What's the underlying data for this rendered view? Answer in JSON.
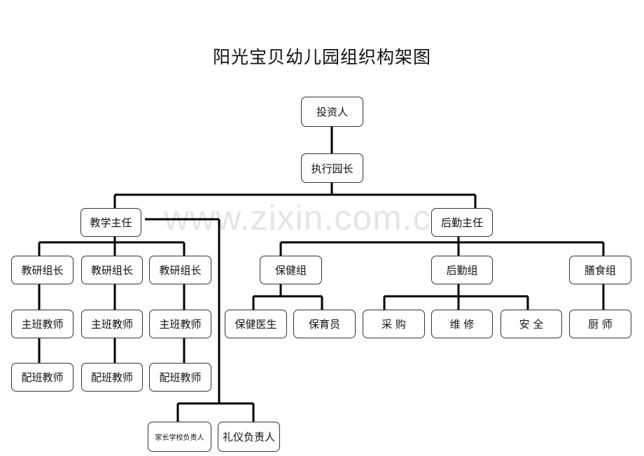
{
  "title": "阳光宝贝幼儿园组织构架图",
  "watermark": "www.zixin.com.cn",
  "nodes": {
    "investor": "投资人",
    "exec_principal": "执行园长",
    "teaching_director": "教学主任",
    "logistics_director": "后勤主任",
    "research_leader_1": "教研组长",
    "research_leader_2": "教研组长",
    "research_leader_3": "教研组长",
    "head_teacher_1": "主班教师",
    "head_teacher_2": "主班教师",
    "head_teacher_3": "主班教师",
    "assistant_teacher_1": "配班教师",
    "assistant_teacher_2": "配班教师",
    "assistant_teacher_3": "配班教师",
    "parent_school_lead": "家长学校负责人",
    "etiquette_lead": "礼仪负责人",
    "health_group": "保健组",
    "logistics_group": "后勤组",
    "catering_group": "膳食组",
    "health_doctor": "保健医生",
    "childcare_worker": "保育员",
    "purchasing": "采 购",
    "maintenance": "维 修",
    "safety": "安 全",
    "chef": "厨 师"
  }
}
